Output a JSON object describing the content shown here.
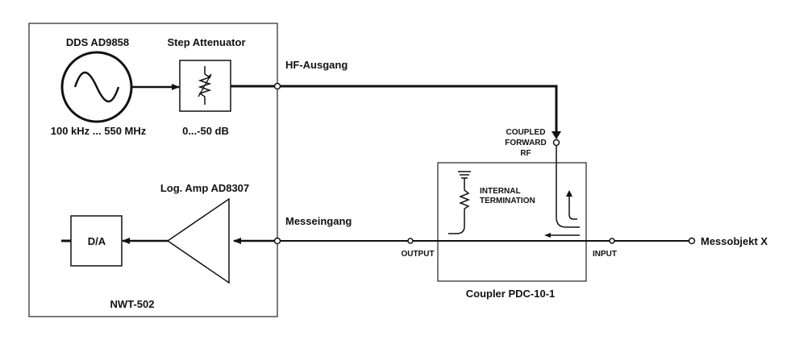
{
  "labels": {
    "dds_title": "DDS AD9858",
    "dds_range": "100 kHz ... 550 MHz",
    "attenuator_title": "Step Attenuator",
    "attenuator_range": "0...-50 dB",
    "hf_output": "HF-Ausgang",
    "log_amp": "Log. Amp AD8307",
    "da": "D/A",
    "meas_input": "Messeingang",
    "device_name": "NWT-502",
    "coupled_line1": "COUPLED",
    "coupled_line2": "FORWARD",
    "coupled_line3": "RF",
    "internal_line1": "INTERNAL",
    "internal_line2": "TERMINATION",
    "output_port": "OUTPUT",
    "input_port": "INPUT",
    "coupler_name": "Coupler PDC-10-1",
    "dut": "Messobjekt X"
  }
}
